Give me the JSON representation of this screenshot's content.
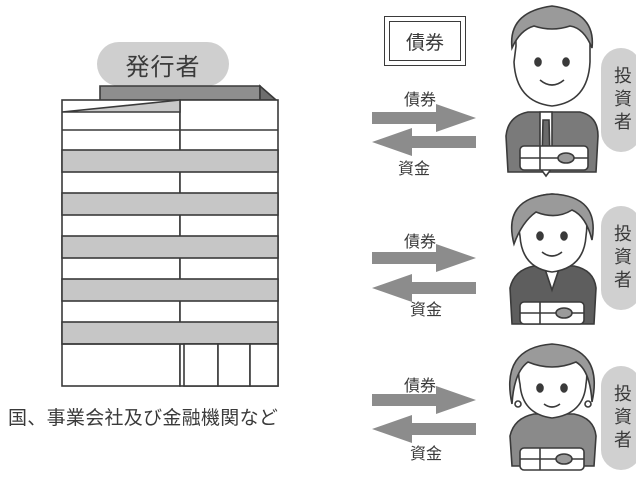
{
  "issuer": {
    "label": "発行者",
    "caption": "国、事業会社及び金融機関など"
  },
  "bond_certificate": {
    "label": "債券"
  },
  "flows": [
    {
      "bond_label": "債券",
      "funds_label": "資金"
    },
    {
      "bond_label": "債券",
      "funds_label": "資金"
    },
    {
      "bond_label": "債券",
      "funds_label": "資金"
    }
  ],
  "investors": [
    {
      "label": "投資者"
    },
    {
      "label": "投資者"
    },
    {
      "label": "投資者"
    }
  ],
  "colors": {
    "arrow": "#8c8c8c",
    "pill": "#cfcfcf",
    "line": "#3a3a3a"
  }
}
